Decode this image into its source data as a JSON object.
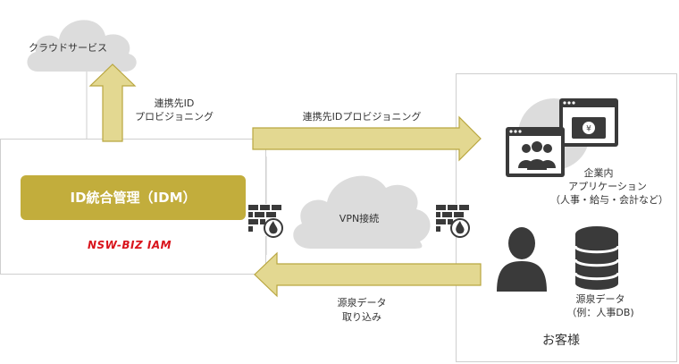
{
  "cloud_service": {
    "label": "クラウドサービス"
  },
  "arrow_up": {
    "label_line1": "連携先ID",
    "label_line2": "プロビジョニング"
  },
  "arrow_right": {
    "label": "連携先IDプロビジョニング"
  },
  "arrow_left": {
    "label_line1": "源泉データ",
    "label_line2": "取り込み"
  },
  "idm": {
    "label": "ID統合管理（IDM）"
  },
  "logo": {
    "text": "NSW-BIZ IAM"
  },
  "vpn": {
    "label": "VPN接続"
  },
  "customer": {
    "title": "お客様",
    "apps_line1": "企業内",
    "apps_line2": "アプリケーション",
    "apps_line3": "（人事・給与・会計など）",
    "db_line1": "源泉データ",
    "db_line2": "（例：人事DB)"
  },
  "colors": {
    "accent_gold": "#c2ad3c",
    "arrow_fill": "#e3d891",
    "arrow_stroke": "#b9a640",
    "cloud_gray": "#dcdcdc",
    "dark_icon": "#3a3a3a",
    "logo_red": "#d9141c"
  }
}
